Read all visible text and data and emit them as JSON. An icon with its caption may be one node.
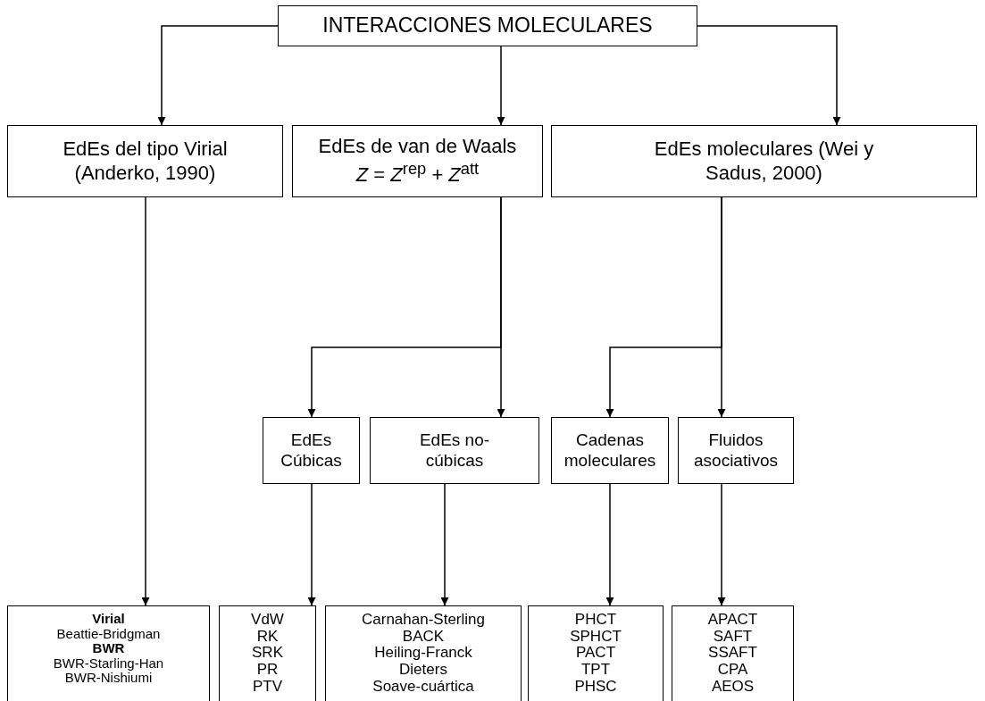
{
  "diagram": {
    "nodes": [
      {
        "text": [
          "INTERACCIONES MOLECULARES"
        ]
      },
      {
        "text": [
          "EdEs del tipo Virial (Anderko, 1990)"
        ]
      },
      {
        "text": [
          "EdEs de van de Waals",
          "*Z* = *Z*$^{rep}$ + *Z*$^{att}$"
        ]
      },
      {
        "text": [
          "EdEs moleculares (Wei y Sadus, 2000)"
        ]
      },
      {
        "text": [
          "EdEs Cúbicas"
        ]
      },
      {
        "text": [
          "EdEs no-cúbicas"
        ]
      },
      {
        "text": [
          "Cadenas moleculares"
        ]
      },
      {
        "text": [
          "Fluidos asociativos"
        ]
      },
      {
        "text": [
          "Virial",
          "Beattie-Bridgman",
          "BWR",
          "BWR-Starling-Han",
          "BWR-Nishiumi"
        ]
      },
      {
        "text": [
          "VdW",
          "RK",
          "SRK",
          "PR",
          "PTV"
        ]
      },
      {
        "text": [
          "Carnahan-Sterling",
          "BACK",
          "Heiling-Franck",
          "Dieters",
          "Soave-cuártica"
        ]
      },
      {
        "text": [
          "PHCT",
          "SPHCT",
          "PACT",
          "TPT",
          "PHSC"
        ]
      },
      {
        "text": [
          "APACT",
          "SAFT",
          "SSAFT",
          "CPA",
          "AEOS"
        ]
      }
    ],
    "edges": [
      {
        "from": 0,
        "to": 1,
        "arrow": "to"
      },
      {
        "from": 0,
        "to": 2,
        "arrow": "to"
      },
      {
        "from": 0,
        "to": 3,
        "arrow": "to"
      },
      {
        "from": 2,
        "to": 4,
        "arrow": "to"
      },
      {
        "from": 2,
        "to": 5,
        "arrow": "to"
      },
      {
        "from": 3,
        "to": 6,
        "arrow": "to"
      },
      {
        "from": 3,
        "to": 7,
        "arrow": "to"
      },
      {
        "from": 1,
        "to": 8,
        "arrow": "to"
      },
      {
        "from": 4,
        "to": 9,
        "arrow": "to"
      },
      {
        "from": 5,
        "to": 10,
        "arrow": "to"
      },
      {
        "from": 6,
        "to": 11,
        "arrow": "to"
      },
      {
        "from": 7,
        "to": 12,
        "arrow": "to"
      }
    ]
  }
}
